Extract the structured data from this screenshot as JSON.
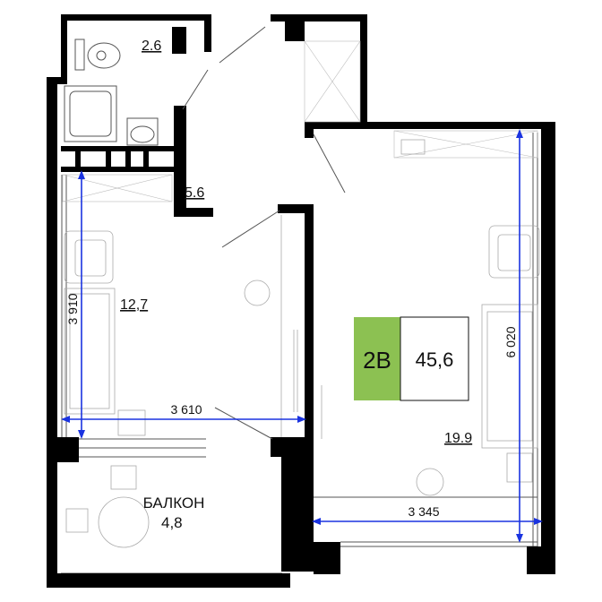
{
  "rooms": {
    "bathroom_area": "2.6",
    "hall_area": "5.6",
    "bedroom_area": "12,7",
    "living_area": "19.9",
    "balcony_name": "БАЛКОН",
    "balcony_area": "4,8"
  },
  "unit": {
    "type": "2В",
    "total_area": "45,6",
    "type_color": "#8cc152"
  },
  "dimensions": {
    "bedroom_width": "3 610",
    "bedroom_height": "3 910",
    "living_width": "3 345",
    "living_height": "6 020",
    "arrow_color": "#1a33e0"
  }
}
